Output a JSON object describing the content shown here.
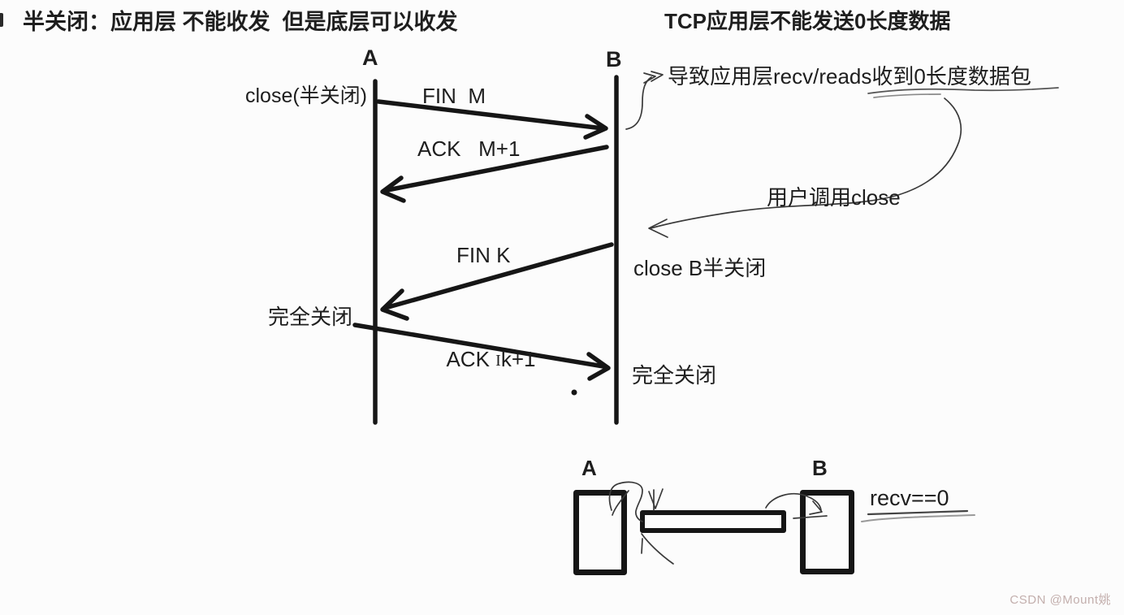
{
  "notes": {
    "top_left": "半关闭：应用层 不能收发  但是底层可以收发",
    "top_right": "TCP应用层不能发送0长度数据",
    "recv_note": "导致应用层recv/reads收到0长度数据包",
    "user_close_note": "用户调用close"
  },
  "sequence": {
    "endpoint_a": "A",
    "endpoint_b": "B",
    "close_half_label": "close(半关闭)",
    "fin_m_label": "FIN  M",
    "ack_m1_label": "ACK   M+1",
    "fin_k_label": "FIN K",
    "ack_k1_prefix": "ACK ",
    "ack_k1_cursor": "I",
    "ack_k1_suffix": "k+1",
    "close_b_half_label": "close B半关闭",
    "fully_closed_a": "完全关闭",
    "fully_closed_b": "完全关闭"
  },
  "pipe_diagram": {
    "box_a_label": "A",
    "box_b_label": "B",
    "recv_zero_label": "recv==0"
  },
  "watermark": "CSDN @Mount姚",
  "colors": {
    "ink": "#161616",
    "thin_ink": "#3a3a3a",
    "gray_stroke": "#999999",
    "watermark": "#c3afad",
    "background": "#fcfcfc"
  }
}
